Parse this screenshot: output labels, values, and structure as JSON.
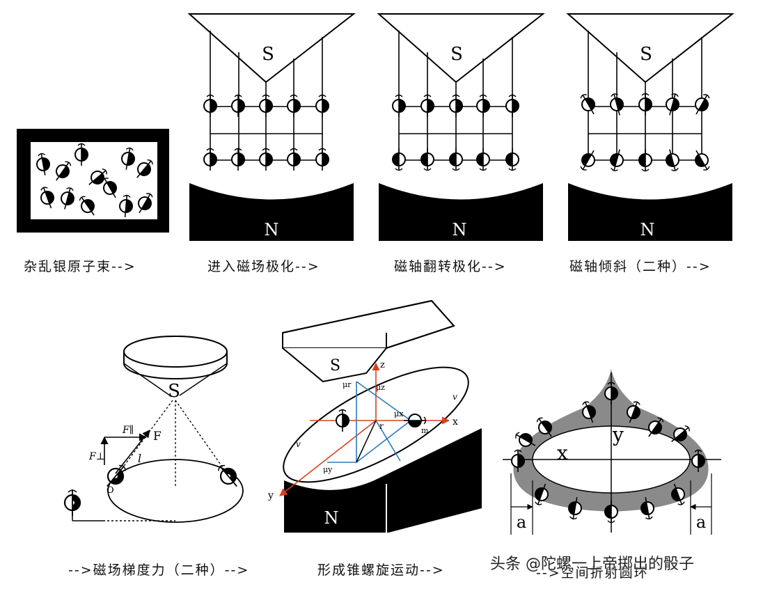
{
  "captions": {
    "c1": "杂乱银原子束-->",
    "c2": "进入磁场极化-->",
    "c3": "磁轴翻转极化-->",
    "c4": "磁轴倾斜（二种）-->",
    "c5": "-->磁场梯度力（二种）-->",
    "c6": "形成锥螺旋运动-->",
    "c7": "-->空间折射圆环"
  },
  "magnet_labels": {
    "south": "S",
    "north": "N"
  },
  "force_labels": {
    "F": "F",
    "F_par": "F∥",
    "F_perp": "F⊥",
    "l": "l",
    "O": "O"
  },
  "spiral_labels": {
    "S": "S",
    "N": "N",
    "x": "x",
    "y": "y",
    "z": "z",
    "r": "r",
    "mu_z": "μz",
    "mu_x": "μx",
    "mu_y": "μy",
    "mu_r": "μr",
    "m": "m",
    "v": "v"
  },
  "ring_labels": {
    "x": "x",
    "y": "y",
    "a": "a"
  },
  "watermark": "头条 @陀螺一上帝掷出的骰子"
}
